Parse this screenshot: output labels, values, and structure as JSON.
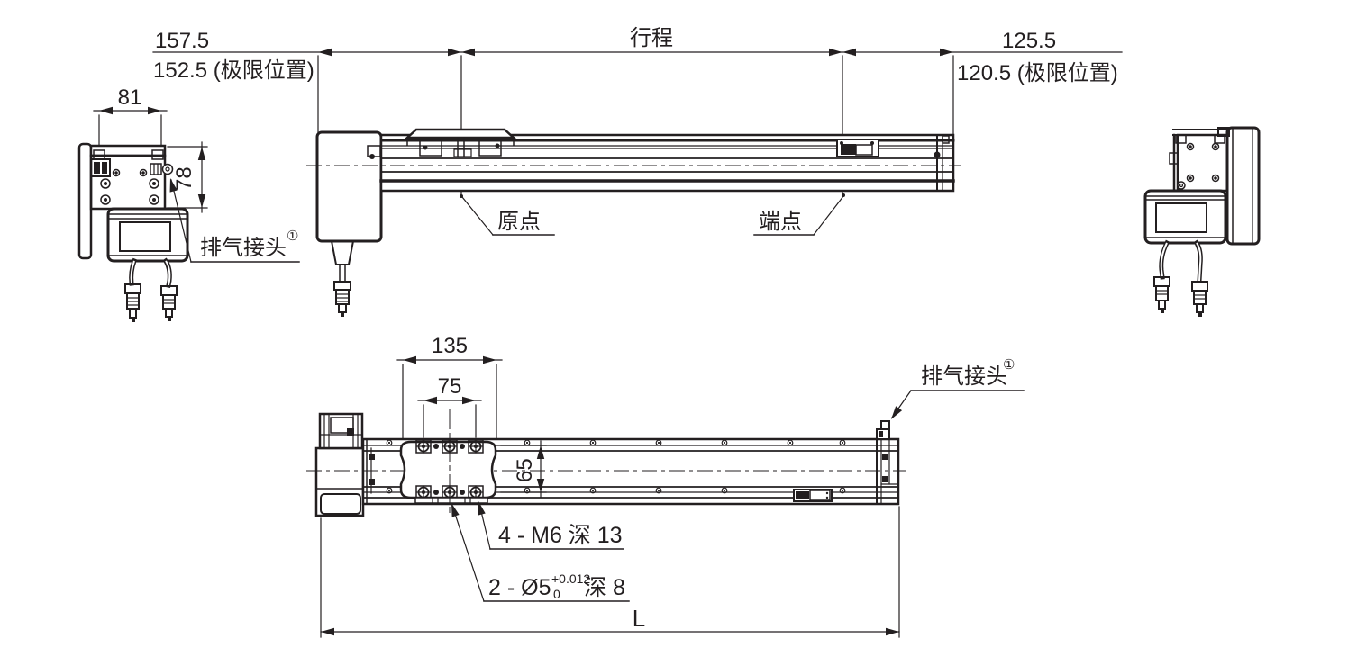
{
  "ink_color": "#231f20",
  "background_color": "#ffffff",
  "side_view": {
    "dim_left_distance": "157.5",
    "dim_left_limit": "152.5 (极限位置)",
    "dim_stroke": "行程",
    "dim_right_distance": "125.5",
    "dim_right_limit": "120.5 (极限位置)",
    "label_origin": "原点",
    "label_end_point": "端点"
  },
  "left_end_view": {
    "dim_plate_width": "81",
    "dim_plate_height": "78",
    "label_exhaust": "排气接头",
    "exhaust_note_mark": "①"
  },
  "plan_view": {
    "dim_carriage_length": "135",
    "dim_hole_pitch_x": "75",
    "dim_hole_pitch_y": "65",
    "dim_overall_length": "L",
    "label_m6_holes": "4 - M6 深 13",
    "label_dowel_prefix": "2 - Ø5",
    "label_dowel_tol_upper": "+0.012",
    "label_dowel_tol_lower": "0",
    "label_dowel_suffix": "深 8",
    "label_exhaust": "排气接头",
    "exhaust_note_mark": "①"
  }
}
